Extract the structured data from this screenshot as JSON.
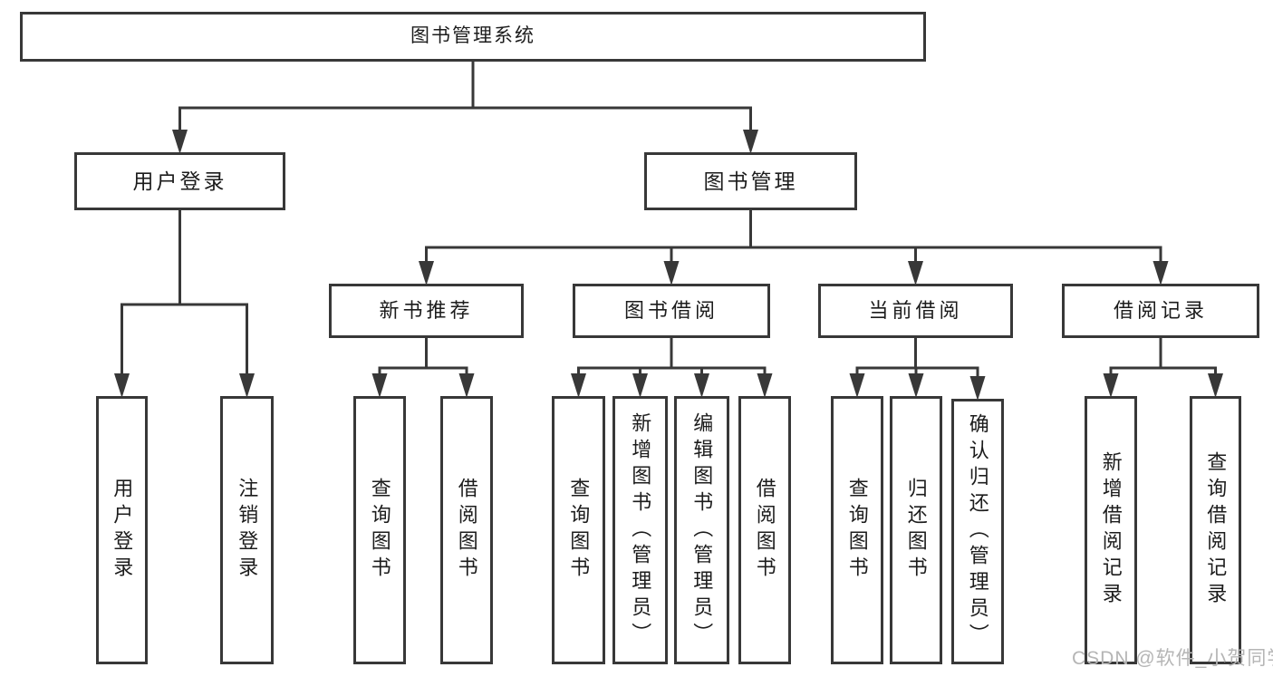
{
  "meta": {
    "background": "#ffffff",
    "line_color": "#383838",
    "text_color": "#1c1c1c",
    "watermark_color": "#b5b5b5"
  },
  "watermark": {
    "text": "CSDN @软件_小贺同学"
  },
  "nodes": [
    {
      "id": "root",
      "label": "图书管理系统",
      "level": 1
    },
    {
      "id": "user-login",
      "label": "用户登录",
      "level": 2
    },
    {
      "id": "book-mgmt",
      "label": "图书管理",
      "level": 2
    },
    {
      "id": "new-book-rec",
      "label": "新书推荐",
      "level": 3
    },
    {
      "id": "book-borrow",
      "label": "图书借阅",
      "level": 3
    },
    {
      "id": "current-borrow",
      "label": "当前借阅",
      "level": 3
    },
    {
      "id": "borrow-records",
      "label": "借阅记录",
      "level": 3
    },
    {
      "id": "leaf-user-login",
      "label": "用户登录",
      "level": 4
    },
    {
      "id": "leaf-logout",
      "label": "注销登录",
      "level": 4
    },
    {
      "id": "leaf-query-book-1",
      "label": "查询图书",
      "level": 4
    },
    {
      "id": "leaf-borrow-book-1",
      "label": "借阅图书",
      "level": 4
    },
    {
      "id": "leaf-query-book-2",
      "label": "查询图书",
      "level": 4
    },
    {
      "id": "leaf-add-book",
      "label": "新增图书（管理员）",
      "level": 4
    },
    {
      "id": "leaf-edit-book",
      "label": "编辑图书（管理员）",
      "level": 4
    },
    {
      "id": "leaf-borrow-book-2",
      "label": "借阅图书",
      "level": 4
    },
    {
      "id": "leaf-query-book-3",
      "label": "查询图书",
      "level": 4
    },
    {
      "id": "leaf-return-book",
      "label": "归还图书",
      "level": 4
    },
    {
      "id": "leaf-confirm-return",
      "label": "确认归还（管理员）",
      "level": 4
    },
    {
      "id": "leaf-add-record",
      "label": "新增借阅记录",
      "level": 4
    },
    {
      "id": "leaf-query-record",
      "label": "查询借阅记录",
      "level": 4
    }
  ],
  "edges": [
    {
      "from": "root",
      "to": [
        "user-login",
        "book-mgmt"
      ]
    },
    {
      "from": "user-login",
      "to": [
        "leaf-user-login",
        "leaf-logout"
      ]
    },
    {
      "from": "book-mgmt",
      "to": [
        "new-book-rec",
        "book-borrow",
        "current-borrow",
        "borrow-records"
      ]
    },
    {
      "from": "new-book-rec",
      "to": [
        "leaf-query-book-1",
        "leaf-borrow-book-1"
      ]
    },
    {
      "from": "book-borrow",
      "to": [
        "leaf-query-book-2",
        "leaf-add-book",
        "leaf-edit-book",
        "leaf-borrow-book-2"
      ]
    },
    {
      "from": "current-borrow",
      "to": [
        "leaf-query-book-3",
        "leaf-return-book",
        "leaf-confirm-return"
      ]
    },
    {
      "from": "borrow-records",
      "to": [
        "leaf-add-record",
        "leaf-query-record"
      ]
    }
  ]
}
